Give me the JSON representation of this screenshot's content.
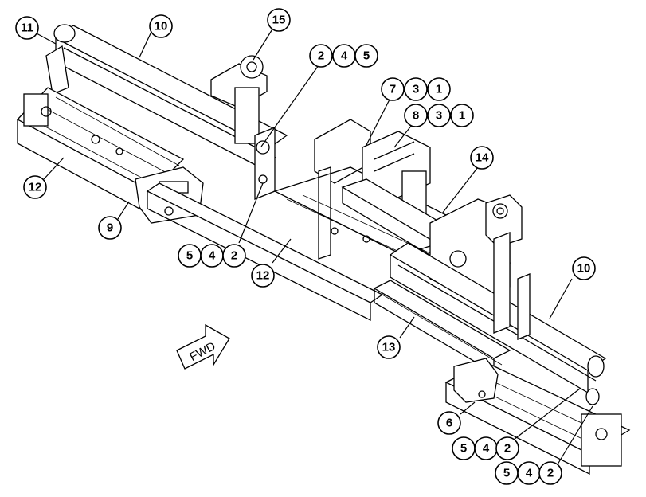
{
  "figure": {
    "kind": "exploded-parts-illustration",
    "forward_label": "FWD",
    "callouts": [
      {
        "id": "c11",
        "label": "11"
      },
      {
        "id": "c10a",
        "label": "10"
      },
      {
        "id": "c15",
        "label": "15"
      },
      {
        "id": "c245-2",
        "label": "2"
      },
      {
        "id": "c245-4",
        "label": "4"
      },
      {
        "id": "c245-5",
        "label": "5"
      },
      {
        "id": "c731-7",
        "label": "7"
      },
      {
        "id": "c731-3",
        "label": "3"
      },
      {
        "id": "c731-1",
        "label": "1"
      },
      {
        "id": "c831-8",
        "label": "8"
      },
      {
        "id": "c831-3",
        "label": "3"
      },
      {
        "id": "c831-1",
        "label": "1"
      },
      {
        "id": "c14",
        "label": "14"
      },
      {
        "id": "c12a",
        "label": "12"
      },
      {
        "id": "c9",
        "label": "9"
      },
      {
        "id": "c542a-5",
        "label": "5"
      },
      {
        "id": "c542a-4",
        "label": "4"
      },
      {
        "id": "c542a-2",
        "label": "2"
      },
      {
        "id": "c12b",
        "label": "12"
      },
      {
        "id": "c10b",
        "label": "10"
      },
      {
        "id": "c13",
        "label": "13"
      },
      {
        "id": "c6",
        "label": "6"
      },
      {
        "id": "c542b-5",
        "label": "5"
      },
      {
        "id": "c542b-4",
        "label": "4"
      },
      {
        "id": "c542b-2",
        "label": "2"
      },
      {
        "id": "c542c-5",
        "label": "5"
      },
      {
        "id": "c542c-4",
        "label": "4"
      },
      {
        "id": "c542c-2",
        "label": "2"
      }
    ]
  }
}
